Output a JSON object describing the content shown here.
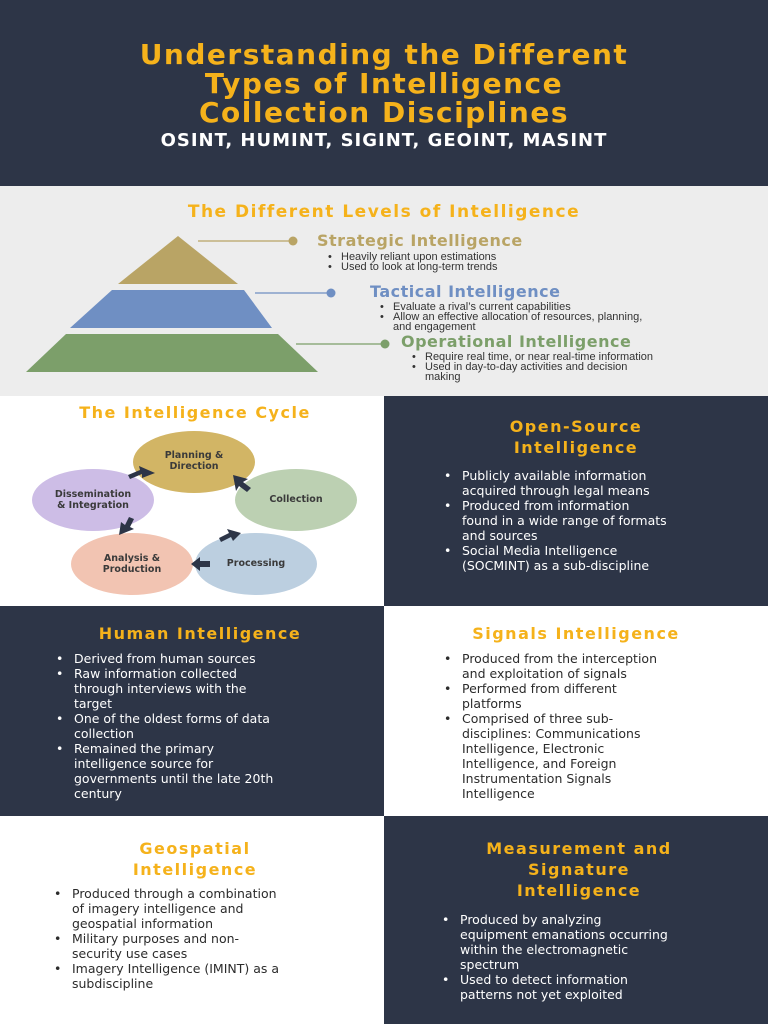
{
  "header": {
    "title_line1": "Understanding the Different",
    "title_line2": "Types of Intelligence",
    "title_line3": "Collection Disciplines",
    "subtitle": "OSINT, HUMINT, SIGINT, GEOINT, MASINT"
  },
  "levels": {
    "title": "The Different Levels of Intelligence",
    "items": [
      {
        "name": "Strategic Intelligence",
        "color": "#b9a465",
        "bullets": [
          "Heavily reliant upon estimations",
          "Used to look at long-term trends"
        ]
      },
      {
        "name": "Tactical Intelligence",
        "color": "#6f8fc3",
        "bullets": [
          "Evaluate a rival’s current capabilities",
          "Allow an effective allocation of resources, planning,",
          "and engagement"
        ]
      },
      {
        "name": "Operational Intelligence",
        "color": "#7c9f6a",
        "bullets": [
          "Require real time, or near real-time information",
          "Used in day-to-day activities and decision",
          "making"
        ]
      }
    ]
  },
  "cycle": {
    "title": "The Intelligence Cycle",
    "stages": {
      "planning_1": "Planning &",
      "planning_2": "Direction",
      "collection": "Collection",
      "processing": "Processing",
      "analysis_1": "Analysis &",
      "analysis_2": "Production",
      "dissemination_1": "Dissemination",
      "dissemination_2": "& Integration"
    }
  },
  "osint": {
    "title_1": "Open-Source",
    "title_2": "Intelligence",
    "bullets": [
      [
        "Publicly available information",
        "acquired through legal means"
      ],
      [
        "Produced from information",
        "found in a wide range of formats",
        "and sources"
      ],
      [
        "Social Media Intelligence",
        "(SOCMINT) as a sub-discipline"
      ]
    ]
  },
  "humint": {
    "title": "Human Intelligence",
    "bullets": [
      [
        "Derived from human sources"
      ],
      [
        "Raw information collected",
        "through interviews with the",
        "target"
      ],
      [
        "One of the oldest forms of data",
        "collection"
      ],
      [
        "Remained the primary",
        "intelligence source for",
        "governments until the late 20th",
        "century"
      ]
    ]
  },
  "sigint": {
    "title": "Signals Intelligence",
    "bullets": [
      [
        "Produced from the interception",
        "and exploitation of signals"
      ],
      [
        "Performed from different",
        "platforms"
      ],
      [
        "Comprised of three sub-",
        "disciplines: Communications",
        "Intelligence, Electronic",
        "Intelligence, and Foreign",
        "Instrumentation Signals",
        "Intelligence"
      ]
    ]
  },
  "geoint": {
    "title_1": "Geospatial",
    "title_2": "Intelligence",
    "bullets": [
      [
        "Produced through a combination",
        "of imagery intelligence and",
        "geospatial information"
      ],
      [
        "Military purposes and non-",
        "security use cases"
      ],
      [
        "Imagery Intelligence (IMINT) as a",
        "subdiscipline"
      ]
    ]
  },
  "masint": {
    "title_1": "Measurement and",
    "title_2": "Signature",
    "title_3": "Intelligence",
    "bullets": [
      [
        "Produced by analyzing",
        "equipment emanations occurring",
        "within the electromagnetic",
        "spectrum"
      ],
      [
        "Used to detect information",
        "patterns not yet exploited"
      ]
    ]
  }
}
